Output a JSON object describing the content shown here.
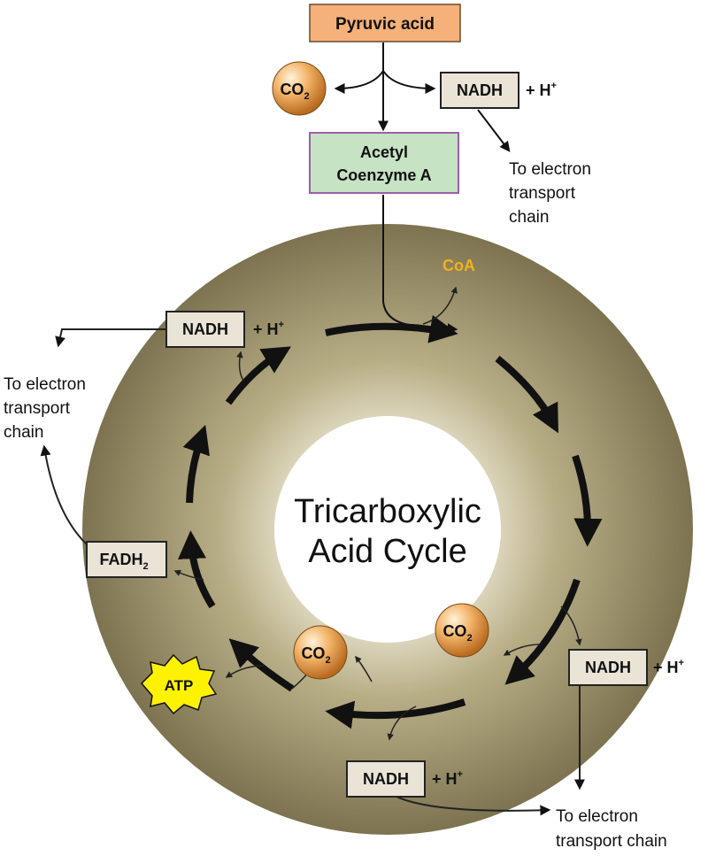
{
  "diagram": {
    "center_title_line1": "Tricarboxylic",
    "center_title_line2": "Acid Cycle",
    "pyruvic": "Pyruvic acid",
    "acetyl_line1": "Acetyl",
    "acetyl_line2": "Coenzyme A",
    "coa": "CoA",
    "co2": "CO",
    "co2_sub": "2",
    "nadh": "NADH",
    "plus_h": "+ H",
    "h_sup": "+",
    "fadh": "FADH",
    "fadh_sub": "2",
    "atp": "ATP",
    "ete_top": [
      "To electron",
      "transport",
      "chain"
    ],
    "ete_left": [
      "To electron",
      "transport",
      "chain"
    ],
    "ete_bottom": [
      "To electron",
      "transport chain"
    ]
  },
  "colors": {
    "ring_outer": "#8a8058",
    "ring_inner": "#e2ddc8",
    "pyruvic_fill": "#f6b07a",
    "acetyl_fill": "#c6e3c4",
    "acetyl_stroke": "#9b5fa8",
    "nadh_fill": "#e9e4d6",
    "coa_text": "#f2b21b",
    "atp_fill": "#fff200"
  }
}
